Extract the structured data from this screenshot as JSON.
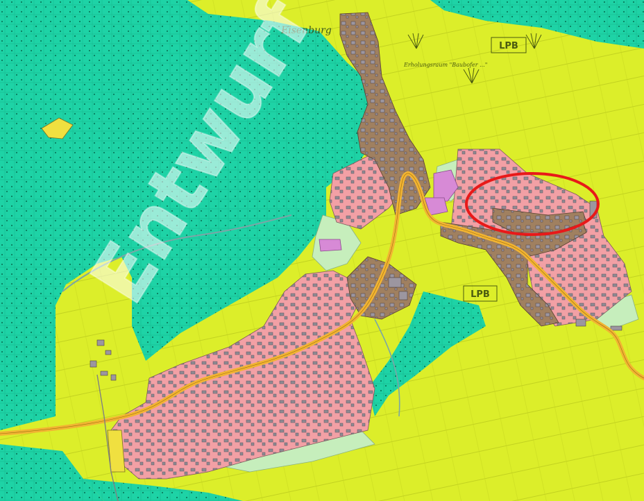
{
  "map": {
    "place_label": "Eisenburg",
    "small_label": "Erholungsraum \"Baubofer ...\"",
    "lpb_label_top": "LPB",
    "lpb_label_mid": "LPB",
    "watermark_text": "Entwurf nach",
    "legend_colors": {
      "forest": "#1ed3a6",
      "agriculture": "#dcee2a",
      "residential": "#f2a0a5",
      "mixed_village": "#a08060",
      "green_space": "#c6eebc",
      "special": "#d78ad6",
      "commercial_small": "#f0e040",
      "road": "#f2b432",
      "highlight": "#e81919"
    },
    "highlight_circle": "red-ellipse"
  }
}
